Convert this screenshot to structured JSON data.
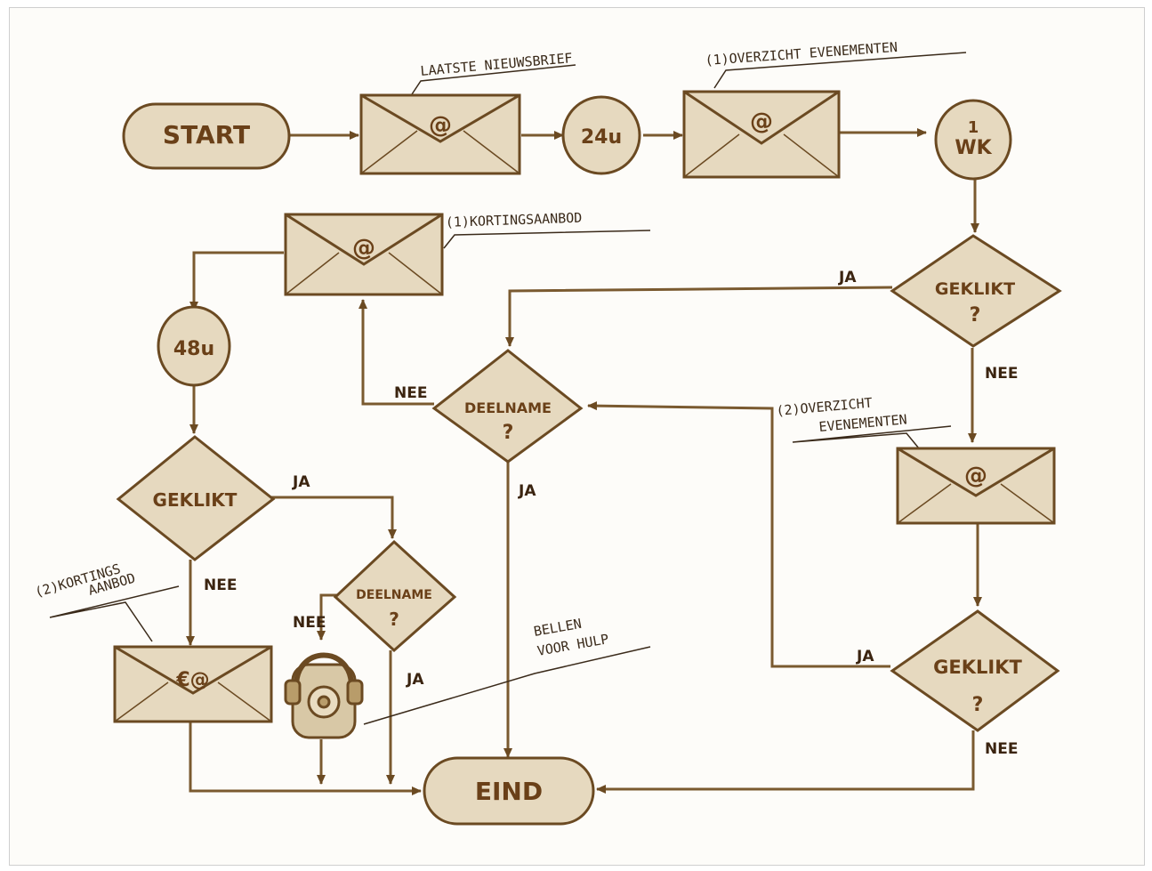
{
  "colors": {
    "ink": "#6b4a22",
    "fill": "#e6d9bf",
    "fill_dark": "#cbb58c",
    "line": "#7a5a30"
  },
  "nodes": {
    "start": "START",
    "email1_symbol": "@",
    "wait24": "24u",
    "email2_symbol": "@",
    "wait1wk_line1": "1",
    "wait1wk_line2": "WK",
    "geklikt1_line1": "GEKLIKT",
    "geklikt1_line2": "?",
    "email3_symbol": "@",
    "geklikt2_line1": "GEKLIKT",
    "geklikt2_line2": "?",
    "deelname1_line1": "DEELNAME",
    "deelname1_line2": "?",
    "email_korting1_symbol": "@",
    "wait48": "48u",
    "geklikt3": "GEKLIKT",
    "deelname2_line1": "DEELNAME",
    "deelname2_line2": "?",
    "email_korting2_symbol": "€@",
    "eind": "EIND"
  },
  "annotations": {
    "latste_nieuwsbrief": "LAATSTE NIEUWSBRIEF",
    "overzicht1": "(1)OVERZICHT EVENEMENTEN",
    "kortingsaanbod1": "(1)KORTINGSAANBOD",
    "overzicht2_line1": "(2)OVERZICHT",
    "overzicht2_line2": "EVENEMENTEN",
    "kortingsaanbod2_line1": "(2)KORTINGS",
    "kortingsaanbod2_line2": "AANBOD",
    "bellen_line1": "BELLEN",
    "bellen_line2": "VOOR HULP"
  },
  "edge_labels": {
    "ja_top": "JA",
    "nee_top": "NEE",
    "nee_deelname1": "NEE",
    "ja_deelname1": "JA",
    "ja_geklikt3": "JA",
    "nee_geklikt3": "NEE",
    "nee_deelname2": "NEE",
    "ja_deelname2": "JA",
    "ja_geklikt2": "JA",
    "nee_geklikt2": "NEE"
  }
}
